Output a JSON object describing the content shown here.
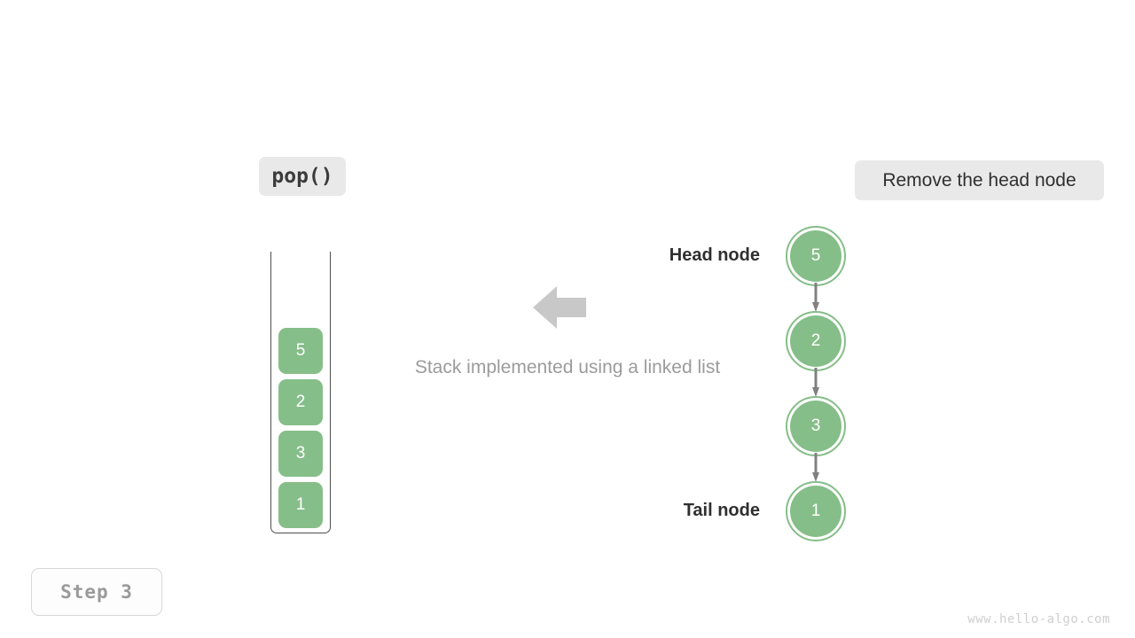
{
  "operation_badge": {
    "label": "pop()"
  },
  "action_badge": {
    "label": "Remove the head node"
  },
  "step_badge": {
    "label": "Step 3"
  },
  "watermark": {
    "text": "www.hello-algo.com"
  },
  "caption": {
    "text": "Stack implemented using a linked list"
  },
  "transform_arrow": {
    "direction": "left",
    "icon": "arrow-left-icon",
    "color": "#c8c8c8"
  },
  "stack": {
    "orientation": "vertical-open-top",
    "border_color": "#4d4d4d",
    "cell_color": "#86be89",
    "cells": [
      {
        "value": "5"
      },
      {
        "value": "2"
      },
      {
        "value": "3"
      },
      {
        "value": "1"
      }
    ]
  },
  "linked_list": {
    "node_color": "#86be89",
    "edge_color": "#808080",
    "head_label": "Head node",
    "tail_label": "Tail node",
    "nodes": [
      {
        "value": "5",
        "role": "head"
      },
      {
        "value": "2",
        "role": "middle"
      },
      {
        "value": "3",
        "role": "middle"
      },
      {
        "value": "1",
        "role": "tail"
      }
    ]
  }
}
